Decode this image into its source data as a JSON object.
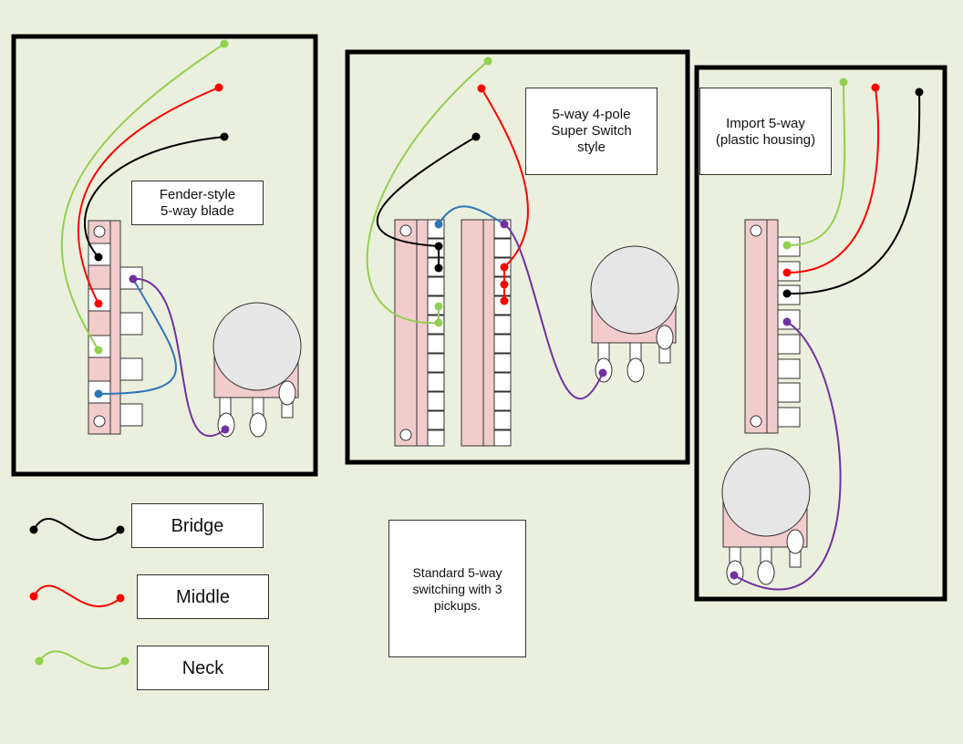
{
  "colors": {
    "background": "#EBF0DE",
    "bridge_wire": "#000000",
    "middle_wire": "#FF0000",
    "neck_wire": "#92D050",
    "pot_wire": "#7030A0",
    "jumper_wire": "#2E75B6",
    "switch_body": "#F2CCCC",
    "pot_body": "#E6E6E6"
  },
  "panels": {
    "fender": {
      "title": "Fender-style\n 5-way blade"
    },
    "superswitch": {
      "title": "5-way 4-pole\nSuper Switch\nstyle"
    },
    "import": {
      "title": "Import 5-way\n(plastic housing)"
    }
  },
  "legend": [
    {
      "label": "Bridge",
      "color": "#000000"
    },
    {
      "label": "Middle",
      "color": "#FF0000"
    },
    {
      "label": "Neck",
      "color": "#92D050"
    }
  ],
  "note": "Standard 5-way switching with 3 pickups."
}
